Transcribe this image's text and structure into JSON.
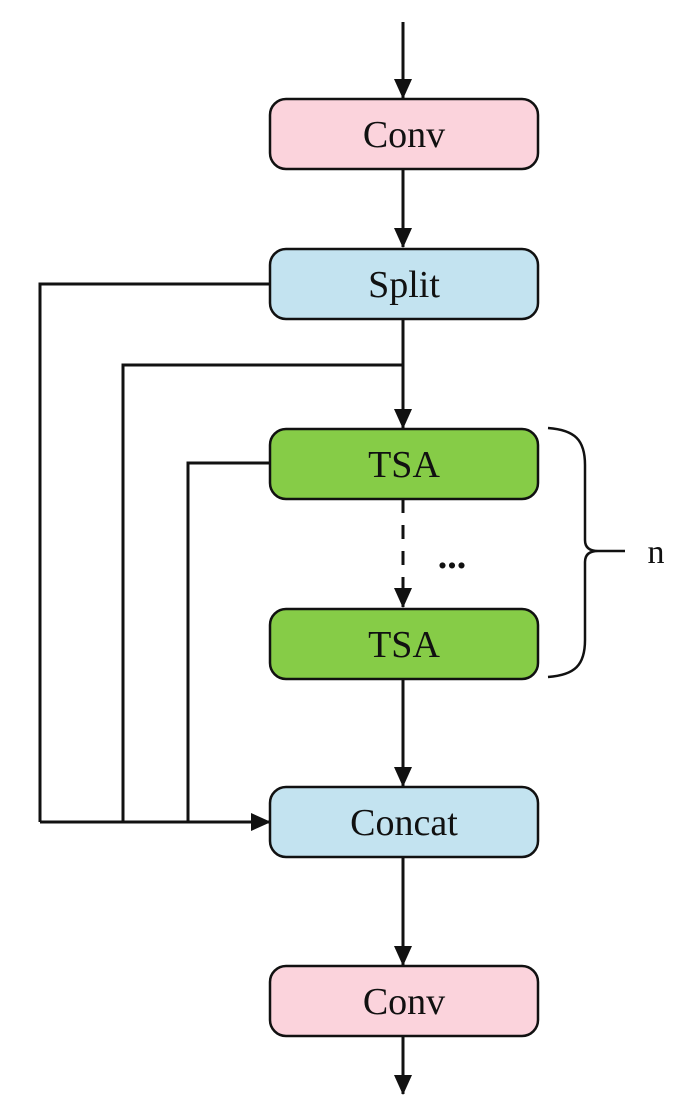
{
  "nodes": {
    "conv_top": {
      "label": "Conv",
      "fill": "#fbd3dc"
    },
    "split": {
      "label": "Split",
      "fill": "#c3e3f0"
    },
    "tsa_1": {
      "label": "TSA",
      "fill": "#86cc47"
    },
    "tsa_2": {
      "label": "TSA",
      "fill": "#86cc47"
    },
    "concat": {
      "label": "Concat",
      "fill": "#c3e3f0"
    },
    "conv_bottom": {
      "label": "Conv",
      "fill": "#fbd3dc"
    }
  },
  "ellipsis": "...",
  "repeat_label": "n",
  "colors": {
    "line": "#111111",
    "background": "#ffffff"
  }
}
